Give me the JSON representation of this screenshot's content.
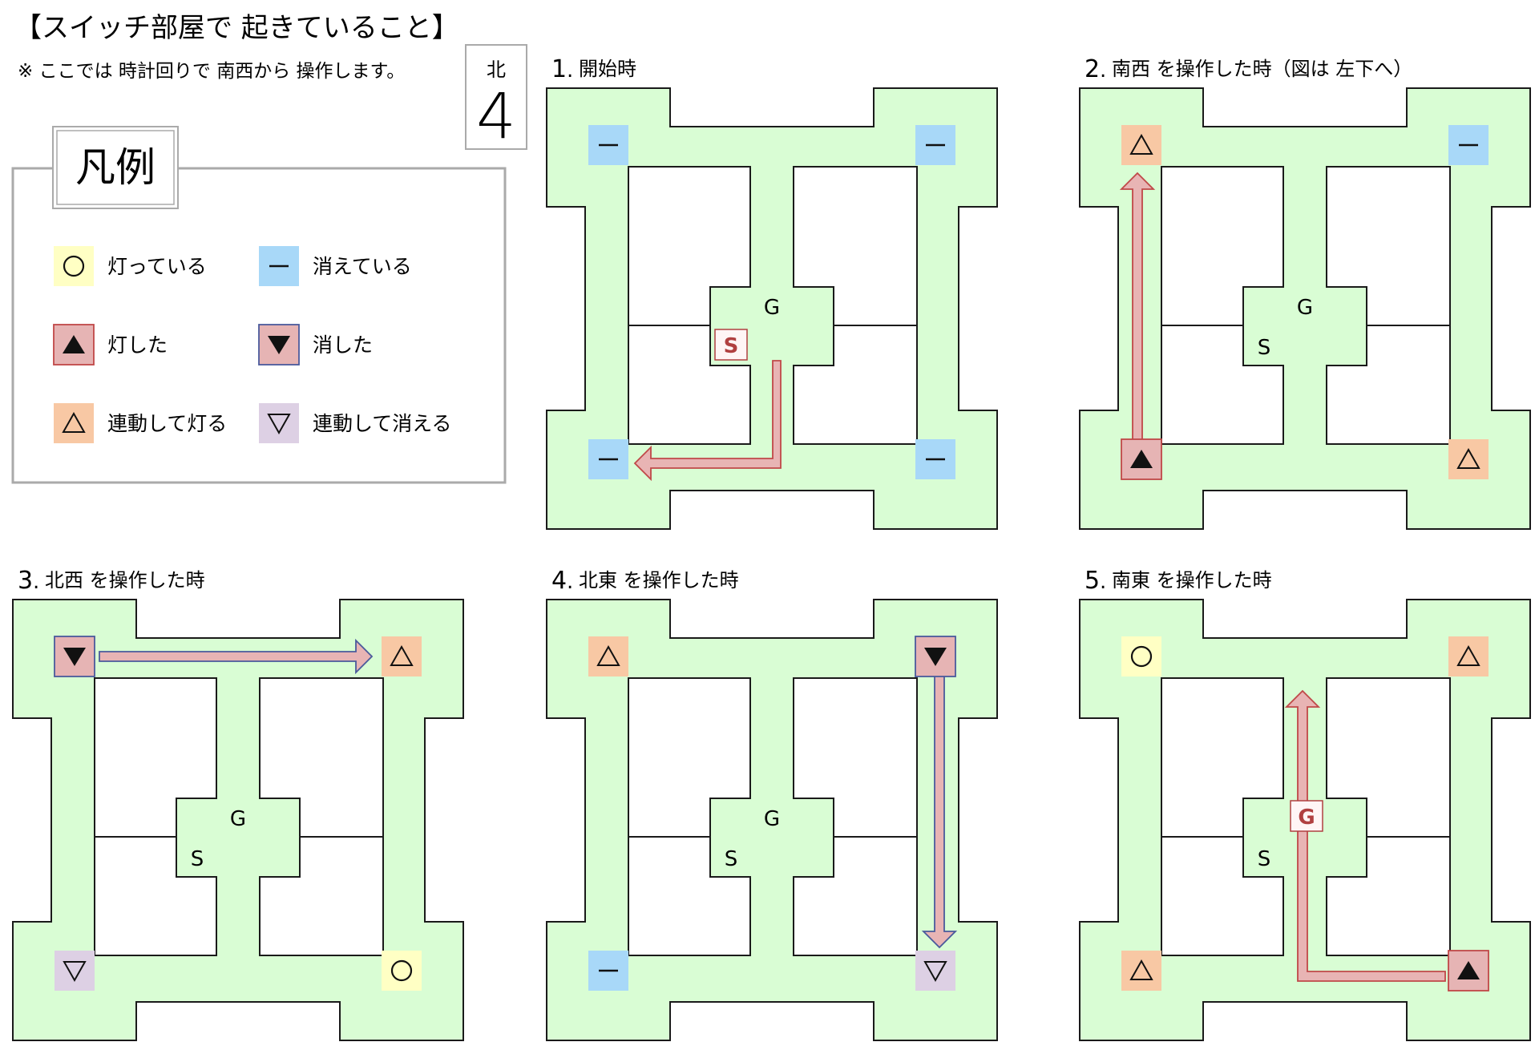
{
  "header": {
    "title": "【スイッチ部屋で 起きていること】",
    "note": "※ ここでは 時計回りで 南西から 操作します。"
  },
  "compass": {
    "direction": "北",
    "number": "4"
  },
  "legend": {
    "title": "凡例",
    "items": [
      {
        "symbol": "○",
        "label": "灯っている",
        "bg": "#ffffc4"
      },
      {
        "symbol": "―",
        "label": "消えている",
        "bg": "#a8d8f8"
      },
      {
        "symbol": "▲",
        "label": "灯した",
        "bg": "#e6b4b4"
      },
      {
        "symbol": "▼",
        "label": "消した",
        "bg": "#e6b4b4"
      },
      {
        "symbol": "△",
        "label": "連動して灯る",
        "bg": "#f8c8a4"
      },
      {
        "symbol": "▽",
        "label": "連動して消える",
        "bg": "#ddd0e4"
      }
    ]
  },
  "colors": {
    "room_fill": "#d9fdd4",
    "wall_stroke": "#1a1a1a",
    "arrow_fill": "#e8b4b4",
    "arrow_red_stroke": "#c04848",
    "arrow_blue_stroke": "#4a5a9c",
    "highlight_text": "#b04040"
  },
  "panels": [
    {
      "number": "1",
      "caption": "開始時",
      "switches": {
        "nw": "off",
        "ne": "off",
        "sw": "off",
        "se": "off"
      },
      "g_label": "G",
      "s_label": "S",
      "s_highlight": true,
      "g_highlight": false,
      "arrow": {
        "path": "S→南西"
      }
    },
    {
      "number": "2",
      "caption": "南西 を操作した時（図は 左下へ）",
      "switches": {
        "nw": "linked_on",
        "ne": "off",
        "sw": "turned_on",
        "se": "linked_on"
      },
      "g_label": "G",
      "s_label": "S",
      "s_highlight": false,
      "g_highlight": false,
      "arrow": {
        "path": "南西→北西"
      }
    },
    {
      "number": "3",
      "caption": "北西 を操作した時",
      "switches": {
        "nw": "turned_off",
        "ne": "linked_on",
        "sw": "linked_off",
        "se": "on"
      },
      "g_label": "G",
      "s_label": "S",
      "s_highlight": false,
      "g_highlight": false,
      "arrow": {
        "path": "北西→北東"
      }
    },
    {
      "number": "4",
      "caption": "北東 を操作した時",
      "switches": {
        "nw": "linked_on",
        "ne": "turned_off",
        "sw": "off",
        "se": "linked_off"
      },
      "g_label": "G",
      "s_label": "S",
      "s_highlight": false,
      "g_highlight": false,
      "arrow": {
        "path": "北東→南東"
      }
    },
    {
      "number": "5",
      "caption": "南東 を操作した時",
      "switches": {
        "nw": "on",
        "ne": "linked_on",
        "sw": "linked_on",
        "se": "turned_on"
      },
      "g_label": "G",
      "s_label": "S",
      "s_highlight": false,
      "g_highlight": true,
      "arrow": {
        "path": "南東→G"
      }
    }
  ]
}
